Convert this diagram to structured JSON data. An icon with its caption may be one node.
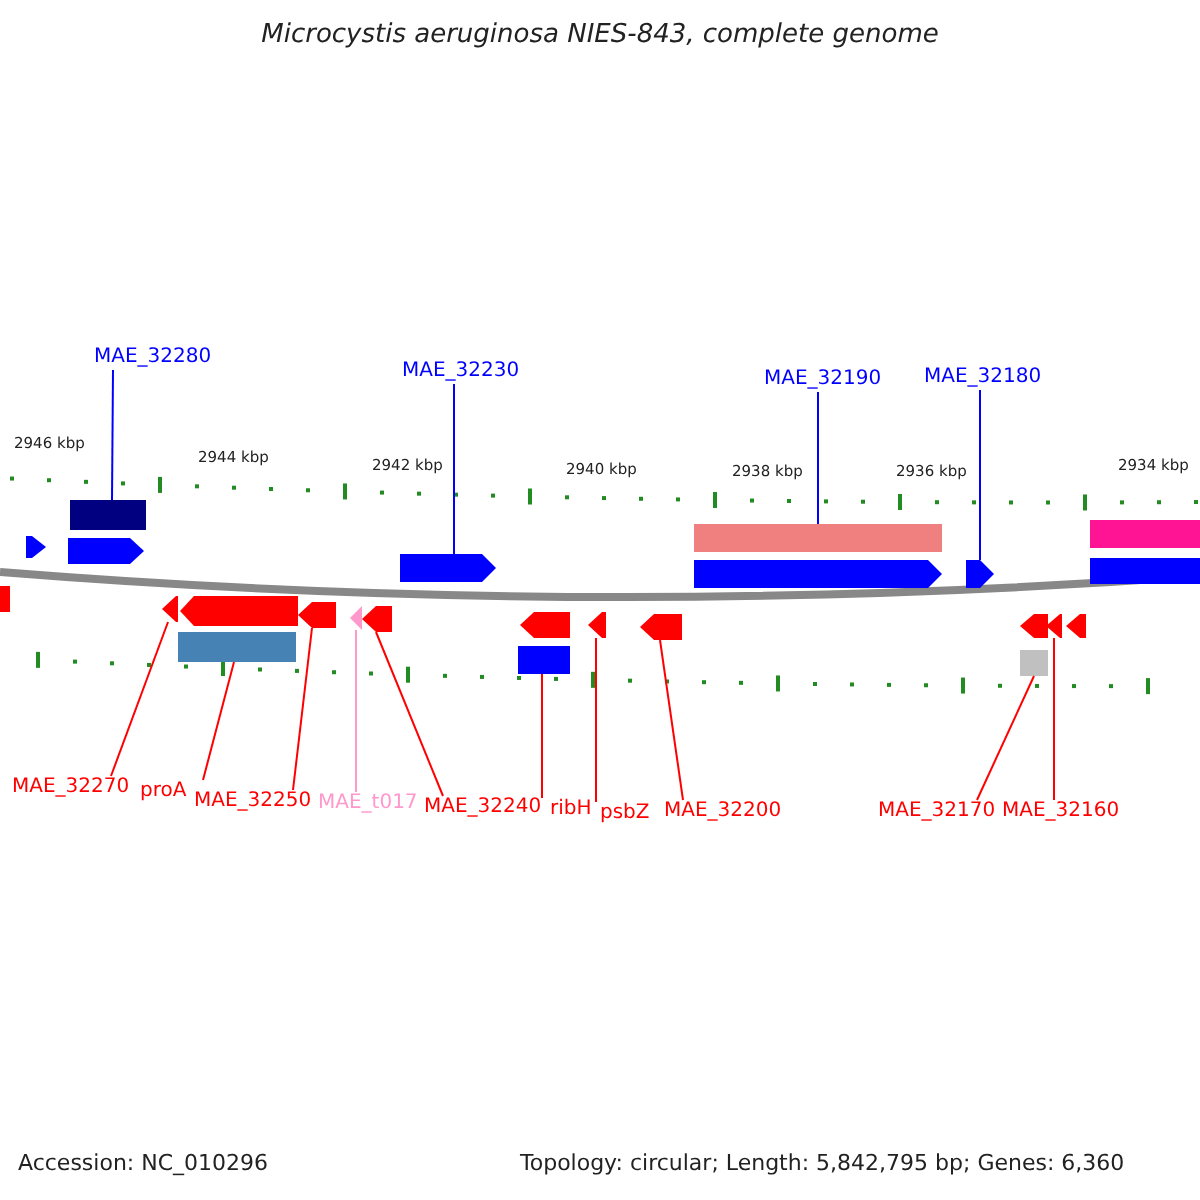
{
  "diagram": {
    "title": "Microcystis aeruginosa NIES-843, complete genome",
    "nodes": [
      {
        "text": [
          "MAE_32280"
        ]
      },
      {
        "text": [
          "MAE_32230"
        ]
      },
      {
        "text": [
          "MAE_32190"
        ]
      },
      {
        "text": [
          "MAE_32180"
        ]
      },
      {
        "text": [
          "MAE_32270"
        ]
      },
      {
        "text": [
          "proA"
        ]
      },
      {
        "text": [
          "MAE_32250"
        ]
      },
      {
        "text": [
          "MAE_t017"
        ]
      },
      {
        "text": [
          "MAE_32240"
        ]
      },
      {
        "text": [
          "ribH"
        ]
      },
      {
        "text": [
          "psbZ"
        ]
      },
      {
        "text": [
          "MAE_32200"
        ]
      },
      {
        "text": [
          "MAE_32170"
        ]
      },
      {
        "text": [
          "MAE_32160"
        ]
      },
      {
        "text": [],
        "shape": "arrow"
      },
      {
        "text": [],
        "shape": "arrow"
      },
      {
        "text": [],
        "shape": "arrow"
      },
      {
        "text": [],
        "shape": "arrow"
      },
      {
        "text": [],
        "shape": "arrow"
      },
      {
        "text": [],
        "shape": "bar"
      },
      {
        "text": [],
        "shape": "bar"
      },
      {
        "text": [],
        "shape": "bar"
      },
      {
        "text": [],
        "shape": "bar"
      },
      {
        "text": [],
        "shape": "bar"
      },
      {
        "text": [],
        "shape": "arrow"
      },
      {
        "text": [],
        "shape": "arrow"
      },
      {
        "text": [],
        "shape": "arrow"
      },
      {
        "text": [],
        "shape": "arrow"
      },
      {
        "text": [],
        "shape": "arrow"
      },
      {
        "text": [],
        "shape": "arrow"
      },
      {
        "text": [],
        "shape": "arrow"
      },
      {
        "text": [],
        "shape": "arrow"
      },
      {
        "text": [],
        "shape": "arrow"
      },
      {
        "text": [],
        "shape": "arrow"
      },
      {
        "text": [],
        "shape": "arrow"
      },
      {
        "text": [],
        "shape": "bar"
      },
      {
        "text": [],
        "shape": "bar"
      },
      {
        "text": [],
        "shape": "bar"
      }
    ],
    "edges": [
      {
        "from": 0,
        "to": 20,
        "arrow": "none",
        "color": "#0000ff"
      },
      {
        "from": 1,
        "to": 16,
        "arrow": "none",
        "color": "#0000ff"
      },
      {
        "from": 2,
        "to": 21,
        "arrow": "none",
        "color": "#0000ff"
      },
      {
        "from": 3,
        "to": 18,
        "arrow": "none",
        "color": "#0000ff"
      },
      {
        "from": 4,
        "to": 24,
        "arrow": "none"
      },
      {
        "from": 5,
        "to": 35,
        "arrow": "none"
      },
      {
        "from": 6,
        "to": 26,
        "arrow": "none"
      },
      {
        "from": 7,
        "to": 27,
        "arrow": "none",
        "color": "#ff99cc"
      },
      {
        "from": 8,
        "to": 28,
        "arrow": "none"
      },
      {
        "from": 9,
        "to": 36,
        "arrow": "none"
      },
      {
        "from": 10,
        "to": 30,
        "arrow": "none"
      },
      {
        "from": 11,
        "to": 31,
        "arrow": "none"
      },
      {
        "from": 12,
        "to": 37,
        "arrow": "none"
      },
      {
        "from": 13,
        "to": 33,
        "arrow": "none"
      }
    ],
    "labels": [
      "2946 kbp",
      "2944 kbp",
      "2942 kbp",
      "2940 kbp",
      "2938 kbp",
      "2936 kbp",
      "2934 kbp",
      "Accession: NC_010296",
      "Topology: circular; Length: 5,842,795 bp; Genes: 6,360"
    ]
  }
}
